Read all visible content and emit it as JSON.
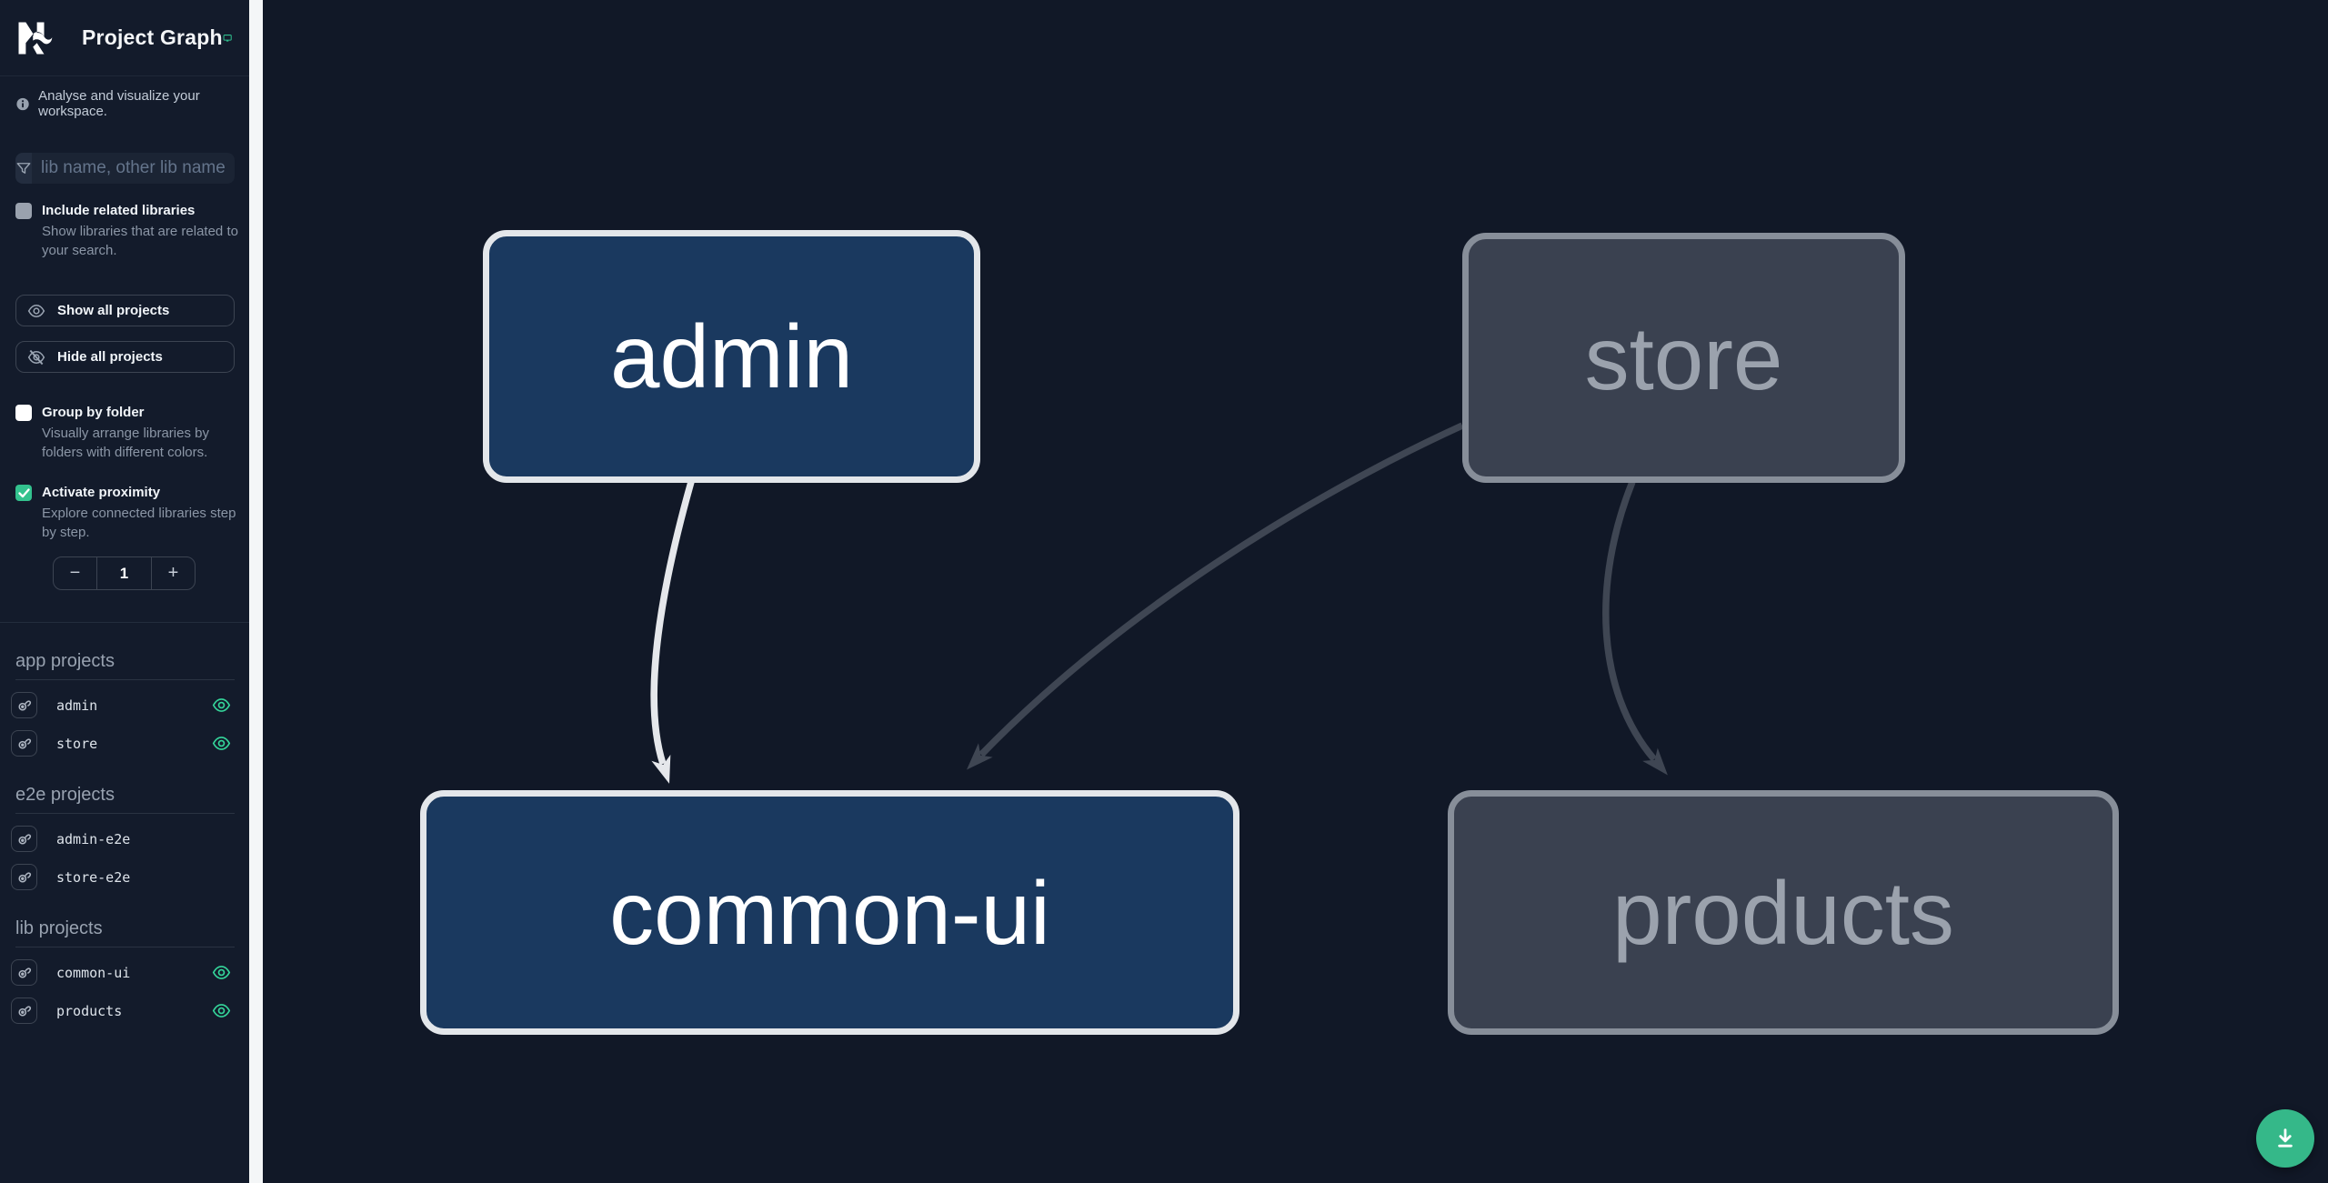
{
  "header": {
    "title": "Project Graph"
  },
  "intro": {
    "text": "Analyse and visualize your workspace."
  },
  "search": {
    "placeholder": "lib name, other lib name",
    "value": ""
  },
  "options": {
    "include_related": {
      "label": "Include related libraries",
      "description": "Show libraries that are related to your search.",
      "checked": false
    },
    "show_all_label": "Show all projects",
    "hide_all_label": "Hide all projects",
    "group_by_folder": {
      "label": "Group by folder",
      "description": "Visually arrange libraries by folders with different colors.",
      "checked": false
    },
    "activate_proximity": {
      "label": "Activate proximity",
      "description": "Explore connected libraries step by step.",
      "checked": true,
      "value": "1",
      "decrement_label": "−",
      "increment_label": "+"
    }
  },
  "sections": [
    {
      "title": "app projects",
      "items": [
        {
          "name": "admin",
          "visible": true
        },
        {
          "name": "store",
          "visible": true
        }
      ]
    },
    {
      "title": "e2e projects",
      "items": [
        {
          "name": "admin-e2e",
          "visible": false
        },
        {
          "name": "store-e2e",
          "visible": false
        }
      ]
    },
    {
      "title": "lib projects",
      "items": [
        {
          "name": "common-ui",
          "visible": true
        },
        {
          "name": "products",
          "visible": true
        }
      ]
    }
  ],
  "graph": {
    "nodes": [
      {
        "id": "admin",
        "label": "admin",
        "highlighted": true
      },
      {
        "id": "store",
        "label": "store",
        "highlighted": false
      },
      {
        "id": "common-ui",
        "label": "common-ui",
        "highlighted": true
      },
      {
        "id": "products",
        "label": "products",
        "highlighted": false
      }
    ],
    "edges": [
      {
        "from": "admin",
        "to": "common-ui",
        "highlighted": true
      },
      {
        "from": "store",
        "to": "common-ui",
        "highlighted": false
      },
      {
        "from": "store",
        "to": "products",
        "highlighted": false
      }
    ]
  },
  "colors": {
    "background": "#111827",
    "sidebar_background": "#131b2b",
    "accent_green": "#34d399",
    "download_green": "#35b889",
    "node_active_fill": "#1a395f",
    "node_active_border": "#e3e6ea",
    "node_inactive_fill": "#3a4150",
    "node_inactive_border": "#878e99",
    "edge_active": "#e5e7eb",
    "edge_inactive": "#3f4653"
  }
}
